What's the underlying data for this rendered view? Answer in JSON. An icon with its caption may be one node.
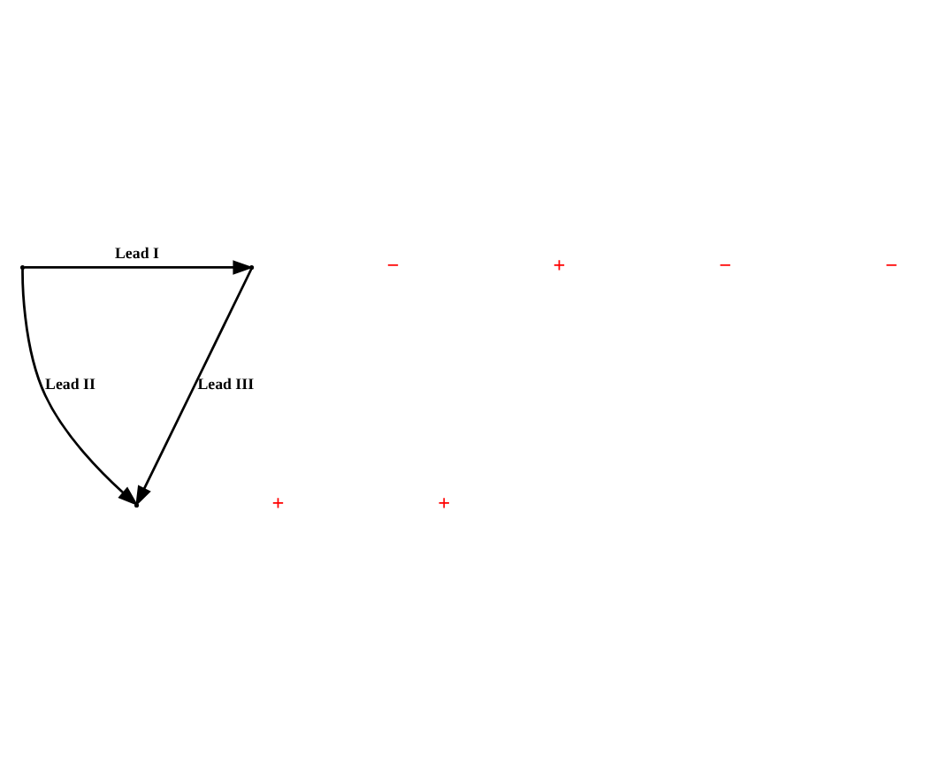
{
  "diagram": {
    "nodes": [
      {
        "text": [],
        "shape": "point"
      },
      {
        "text": [],
        "shape": "point"
      },
      {
        "text": [],
        "shape": "point"
      }
    ],
    "edges": [
      {
        "from": 0,
        "to": 1,
        "arrow": "to",
        "label": "Lead I"
      },
      {
        "from": 0,
        "to": 2,
        "arrow": "to",
        "label": "Lead II"
      },
      {
        "from": 1,
        "to": 2,
        "arrow": "to",
        "label": "Lead III"
      }
    ],
    "labels": [
      "−",
      "+",
      "−",
      "−",
      "+",
      "+"
    ]
  }
}
